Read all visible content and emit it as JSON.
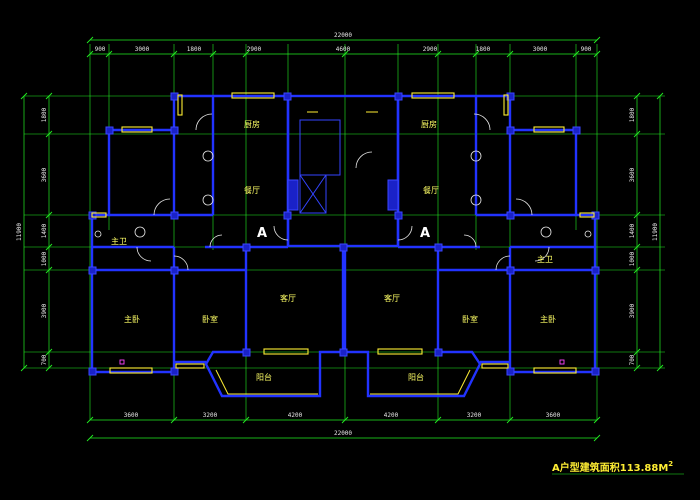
{
  "dims": {
    "top_overall": "22000",
    "bottom_overall": "22000",
    "top_segments": [
      "900",
      "3000",
      "1800",
      "2900",
      "4600",
      "2900",
      "1800",
      "3000",
      "900"
    ],
    "bottom_segments": [
      "3600",
      "3200",
      "4200",
      "4200",
      "3200",
      "3600"
    ],
    "left_overall": "11900",
    "right_overall": "11900",
    "left_segments": [
      "1800",
      "3600",
      "1400",
      "1000",
      "3900",
      "700"
    ],
    "right_segments": [
      "1800",
      "3600",
      "1400",
      "1000",
      "3900",
      "700"
    ]
  },
  "rooms": {
    "kitchen": "厨房",
    "dining": "餐厅",
    "master_bath": "主卫",
    "master_bed": "主卧",
    "second_bed": "卧室",
    "living": "客厅",
    "balcony": "阳台",
    "unit_mark": "A"
  },
  "title": {
    "text": "A户型建筑面积113.88M",
    "superscript": "2"
  },
  "colors": {
    "background": "#000000",
    "wall": "#2233ff",
    "dimension": "#22ee22",
    "label": "#ffff66",
    "window": "#ffee33"
  }
}
